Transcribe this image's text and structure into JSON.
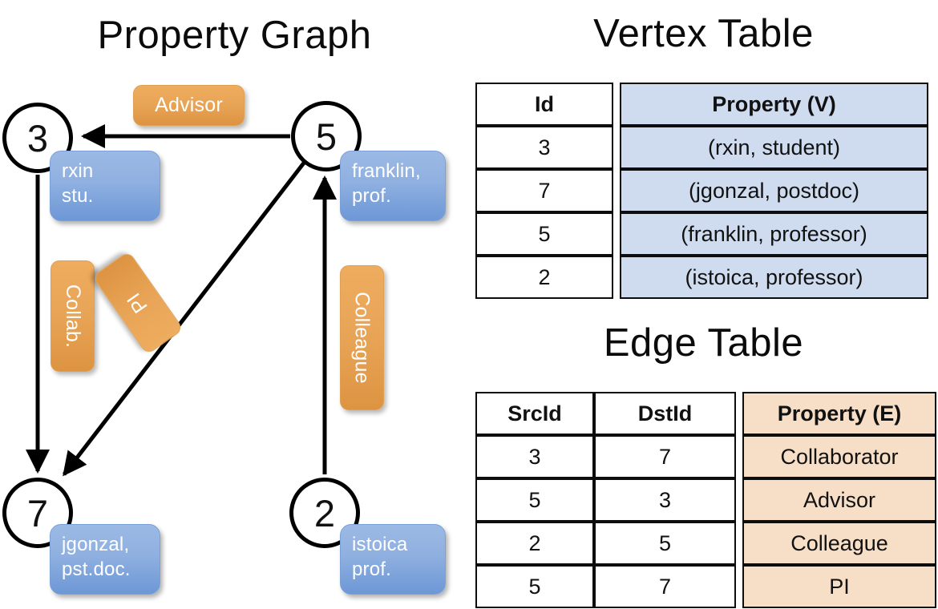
{
  "headings": {
    "property_graph": "Property Graph",
    "vertex_table": "Vertex Table",
    "edge_table": "Edge Table"
  },
  "colors": {
    "vertex_property_fill": "#cfdcef",
    "edge_property_fill": "#f6dfc6",
    "vertex_bubble_fill": "#8fb0e0",
    "edge_label_fill": "#e9a557",
    "border": "#0d0d0d"
  },
  "graph": {
    "nodes": [
      {
        "id": "3",
        "property_line1": "rxin",
        "property_line2": "stu."
      },
      {
        "id": "5",
        "property_line1": "franklin,",
        "property_line2": "prof."
      },
      {
        "id": "7",
        "property_line1": "jgonzal,",
        "property_line2": "pst.doc."
      },
      {
        "id": "2",
        "property_line1": "istoica",
        "property_line2": "prof."
      }
    ],
    "edge_labels": [
      {
        "key": "advisor",
        "text": "Advisor"
      },
      {
        "key": "collab",
        "text": "Collab."
      },
      {
        "key": "pi",
        "text": "PI"
      },
      {
        "key": "colleague",
        "text": "Colleague"
      }
    ],
    "edges": [
      {
        "src": "5",
        "dst": "3",
        "label": "Advisor"
      },
      {
        "src": "3",
        "dst": "7",
        "label": "Collab."
      },
      {
        "src": "5",
        "dst": "7",
        "label": "PI"
      },
      {
        "src": "2",
        "dst": "5",
        "label": "Colleague"
      }
    ]
  },
  "vertex_table": {
    "columns": [
      "Id",
      "Property (V)"
    ],
    "rows": [
      {
        "id": "3",
        "property": "(rxin, student)"
      },
      {
        "id": "7",
        "property": "(jgonzal, postdoc)"
      },
      {
        "id": "5",
        "property": "(franklin, professor)"
      },
      {
        "id": "2",
        "property": "(istoica, professor)"
      }
    ]
  },
  "edge_table": {
    "columns": [
      "SrcId",
      "DstId",
      "Property (E)"
    ],
    "rows": [
      {
        "src": "3",
        "dst": "7",
        "property": "Collaborator"
      },
      {
        "src": "5",
        "dst": "3",
        "property": "Advisor"
      },
      {
        "src": "2",
        "dst": "5",
        "property": "Colleague"
      },
      {
        "src": "5",
        "dst": "7",
        "property": "PI"
      }
    ]
  }
}
